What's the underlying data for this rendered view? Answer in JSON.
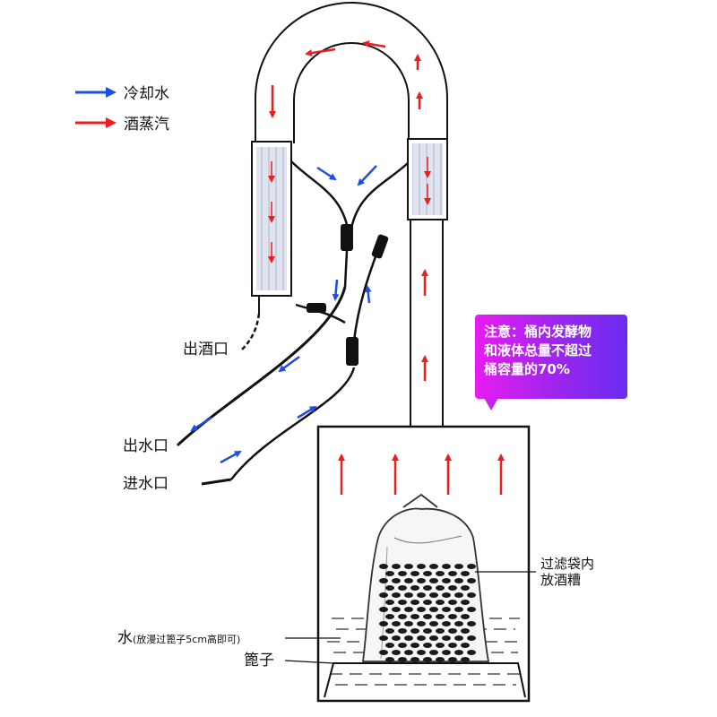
{
  "legend": [
    {
      "label": "冷却水",
      "color": "#1e4fe0"
    },
    {
      "label": "酒蒸汽",
      "color": "#ee1c1c"
    }
  ],
  "labels": {
    "wine_outlet": "出酒口",
    "water_outlet": "出水口",
    "water_inlet": "进水口",
    "filter_bag_line1": "过滤袋内",
    "filter_bag_line2": "放酒糟",
    "water_main": "水",
    "water_note": "(放漫过篦子5cm高即可)",
    "grate": "篦子"
  },
  "note": {
    "line1": "注意：桶内发酵物",
    "line2": "和液体总量不超过",
    "line3": "桶容量的70%"
  },
  "colors": {
    "vapor": "#ee1c1c",
    "water": "#1e4fe0",
    "line": "#111111"
  }
}
